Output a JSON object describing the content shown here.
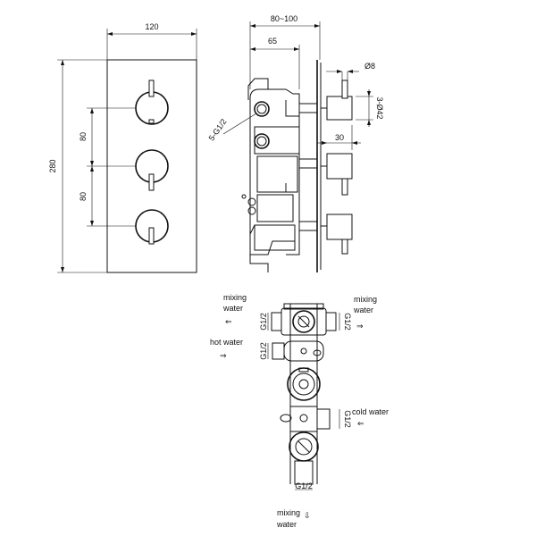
{
  "front_view": {
    "width_dim": "120",
    "height_dim": "280",
    "spacing_top": "80",
    "spacing_bottom": "80"
  },
  "side_view": {
    "depth_range": "80~100",
    "depth_body": "65",
    "connections": "5-G1/2",
    "stem_dia": "Ø8",
    "knob_dia": "3-Ø42",
    "knob_length": "30"
  },
  "flow_diagram": {
    "top_left_label": [
      "mixing",
      "water"
    ],
    "top_right_label": [
      "mixing",
      "water"
    ],
    "hot_label": "hot water",
    "cold_label": "cold water",
    "bottom_label": [
      "mixing",
      "water"
    ],
    "thread_label": "G1/2"
  },
  "arrows": {
    "left": "⇐",
    "right": "⇒",
    "down": "⇩"
  }
}
